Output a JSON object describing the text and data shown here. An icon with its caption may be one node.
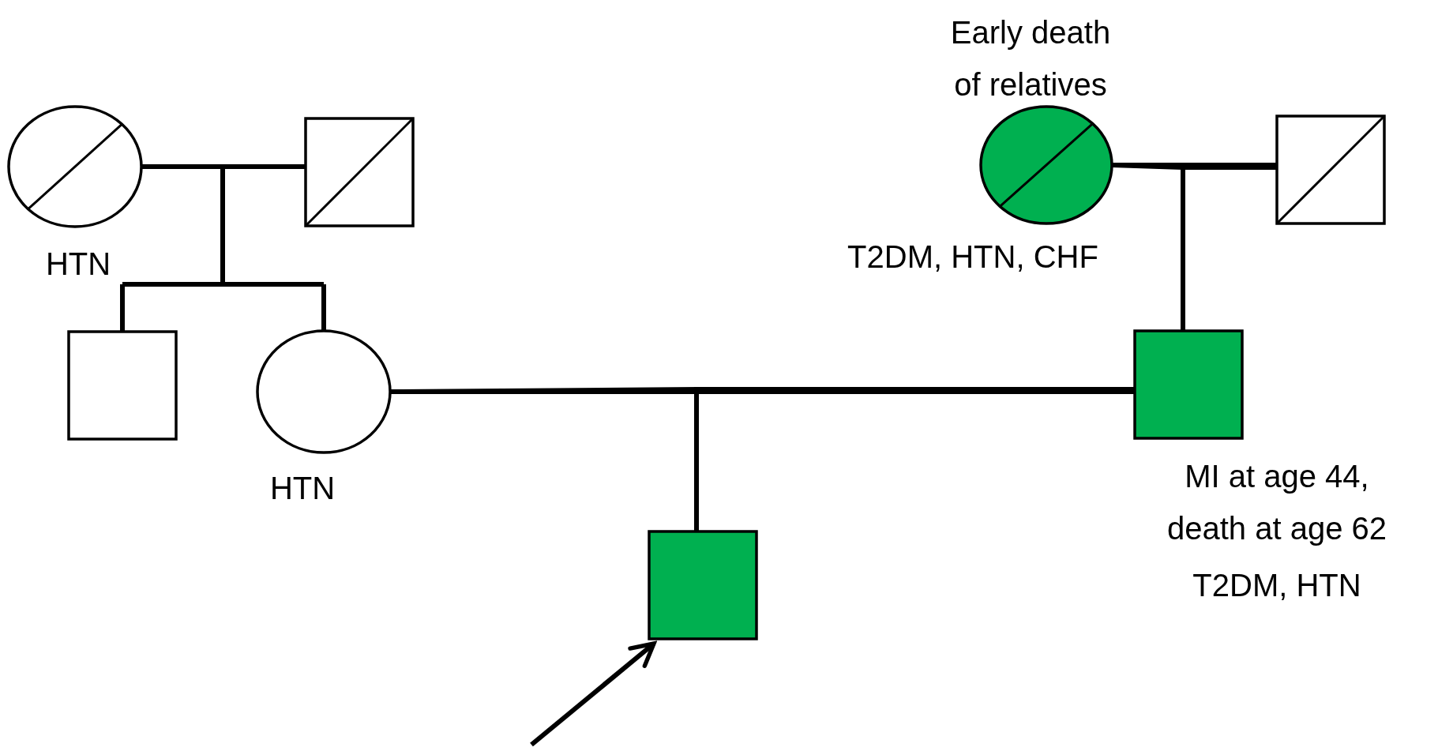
{
  "diagram": {
    "nodes": [
      {
        "text": [],
        "shape": "circle",
        "beside": [
          "HTN"
        ]
      },
      {
        "text": [],
        "shape": "box"
      },
      {
        "text": [],
        "shape": "circle",
        "beside": [
          "Early death of relatives",
          "T2DM, HTN, CHF"
        ]
      },
      {
        "text": [],
        "shape": "box"
      },
      {
        "text": [],
        "shape": "box"
      },
      {
        "text": [],
        "shape": "circle",
        "beside": [
          "HTN"
        ]
      },
      {
        "text": [],
        "shape": "box",
        "beside": [
          "MI at age 44, death at age 62",
          "T2DM, HTN"
        ]
      },
      {
        "text": [],
        "shape": "box"
      }
    ],
    "edges": [
      {
        "from": 0,
        "to": 1,
        "arrow": "none"
      },
      {
        "from": 0,
        "to": 4,
        "arrow": "none"
      },
      {
        "from": 0,
        "to": 5,
        "arrow": "none"
      },
      {
        "from": 1,
        "to": 4,
        "arrow": "none"
      },
      {
        "from": 1,
        "to": 5,
        "arrow": "none"
      },
      {
        "from": 2,
        "to": 3,
        "arrow": "none"
      },
      {
        "from": 2,
        "to": 6,
        "arrow": "none"
      },
      {
        "from": 3,
        "to": 6,
        "arrow": "none"
      },
      {
        "from": 5,
        "to": 6,
        "arrow": "none"
      },
      {
        "from": 5,
        "to": 7,
        "arrow": "none"
      },
      {
        "from": 6,
        "to": 7,
        "arrow": "none"
      },
      {
        "from": null,
        "to": 7,
        "arrow": "to"
      }
    ]
  }
}
